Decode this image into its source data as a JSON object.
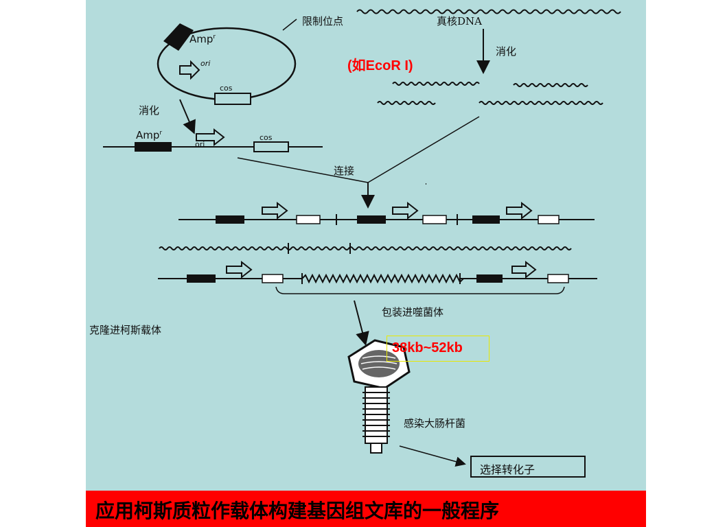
{
  "labels": {
    "restriction_site": "限制位点",
    "eukaryotic_dna": "真核DNA",
    "digest_right": "消化",
    "digest_left": "消化",
    "enzyme_example": "(如EcoR I)",
    "ligation": "连接",
    "packaging": "包装进噬菌体",
    "cloning_into_cosmid": "克隆进柯斯载体",
    "insert_size": "38kb~52kb",
    "infect_ecoli": "感染大肠杆菌",
    "select_transformants": "选择转化子"
  },
  "plasmid": {
    "amp": "Amp",
    "amp_sup": "r",
    "ori": "ori",
    "cos": "cos"
  },
  "linear_vector": {
    "amp": "Amp",
    "amp_sup": "r",
    "ori": "ori",
    "cos": "cos"
  },
  "caption": "应用柯斯质粒作载体构建基因组文库的一般程序",
  "colors": {
    "panel_bg": "#b4dcdc",
    "caption_bar": "#ff0000",
    "highlight_text": "#ff0000",
    "size_box_border": "#e8e800"
  }
}
